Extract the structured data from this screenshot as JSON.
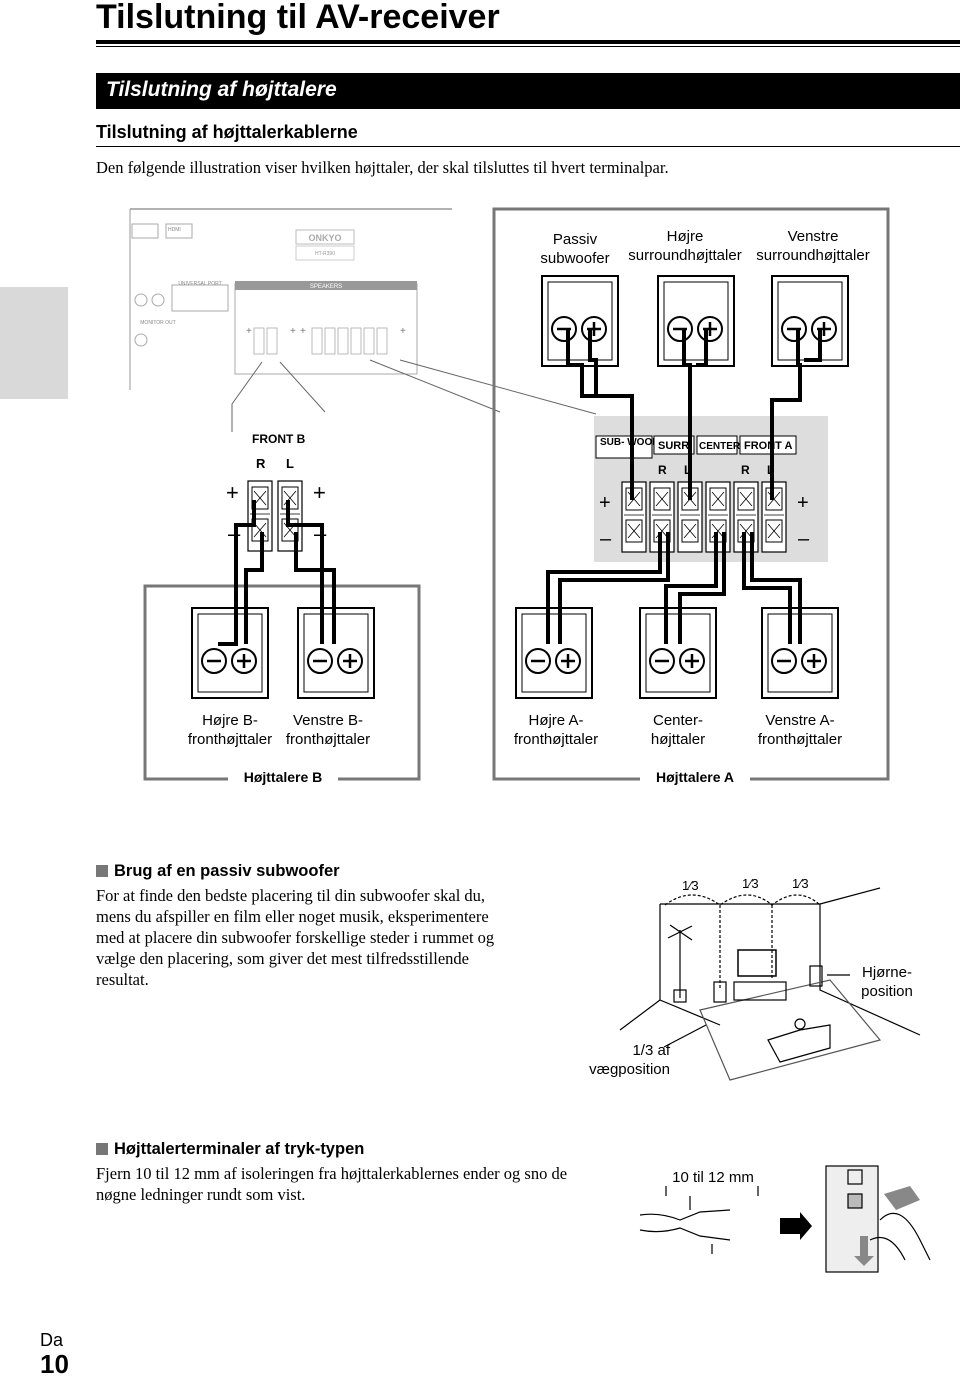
{
  "page": {
    "title": "Tilslutning til AV-receiver",
    "section_heading": "Tilslutning af højttalere",
    "subheading": "Tilslutning af højttalerkablerne",
    "intro": "Den følgende illustration viser hvilken højttaler, der skal tilsluttes til hvert terminalpar."
  },
  "diagram": {
    "panel_labels": {
      "hdmi": "HDMI",
      "brand": "ONKYO",
      "model": "HT-R390",
      "universal_port": "UNIVERSAL PORT",
      "speakers": "SPEAKERS",
      "monitor_out": "MONITOR OUT"
    },
    "terminals_b": {
      "group": "FRONT B",
      "r": "R",
      "l": "L",
      "plus": "+",
      "minus": "–"
    },
    "terminals_a": {
      "subwoofer": "SUB-\nWOOFER",
      "surr": "SURR",
      "center": "CENTER",
      "front_a": "FRONT A",
      "r": "R",
      "l": "L"
    },
    "top_speakers": [
      {
        "line1": "Passiv",
        "line2": "subwoofer"
      },
      {
        "line1": "Højre",
        "line2": "surroundhøjttaler"
      },
      {
        "line1": "Venstre",
        "line2": "surroundhøjttaler"
      }
    ],
    "bottom_speakers": [
      {
        "line1": "Højre B-",
        "line2": "fronthøjttaler"
      },
      {
        "line1": "Venstre B-",
        "line2": "fronthøjttaler"
      },
      {
        "line1": "Højre A-",
        "line2": "fronthøjttaler"
      },
      {
        "line1": "Center-",
        "line2": "højttaler"
      },
      {
        "line1": "Venstre A-",
        "line2": "fronthøjttaler"
      }
    ],
    "group_b": "Højttalere B",
    "group_a": "Højttalere A"
  },
  "subwoofer_section": {
    "heading": "Brug af en passiv subwoofer",
    "body": [
      "For at finde den bedste placering til din subwoofer skal du,",
      "mens du afspiller en film eller noget musik, eksperimentere",
      "med at placere din subwoofer forskellige steder i rummet og",
      "vælge den placering, som giver det mest tilfredsstillende",
      "resultat."
    ],
    "fractions": [
      "1⁄3",
      "1⁄3",
      "1⁄3"
    ],
    "corner_label": [
      "Hjørne-",
      "position"
    ],
    "wall_label": [
      "1/3 af",
      "vægposition"
    ]
  },
  "terminal_section": {
    "heading": "Højttalerterminaler af tryk-typen",
    "body": [
      "Fjern 10 til 12 mm af isoleringen fra højttalerkablernes ender og sno de",
      "nøgne ledninger rundt som vist."
    ],
    "strip_label": "10 til 12 mm"
  },
  "footer": {
    "lang": "Da",
    "page": "10"
  }
}
